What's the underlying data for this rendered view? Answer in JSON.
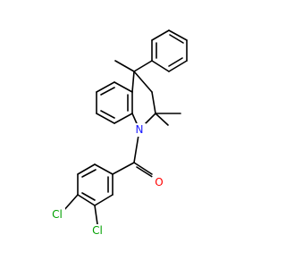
{
  "structure": {
    "atoms": [
      {
        "id": "Cl_a",
        "label": "Cl",
        "color": "#00a000"
      },
      {
        "id": "Cl_b",
        "label": "Cl",
        "color": "#00a000"
      },
      {
        "id": "N1",
        "label": "N",
        "color": "#1a1aff"
      },
      {
        "id": "O1",
        "label": "O",
        "color": "#ff0000"
      }
    ],
    "bond_color": "#000000"
  }
}
